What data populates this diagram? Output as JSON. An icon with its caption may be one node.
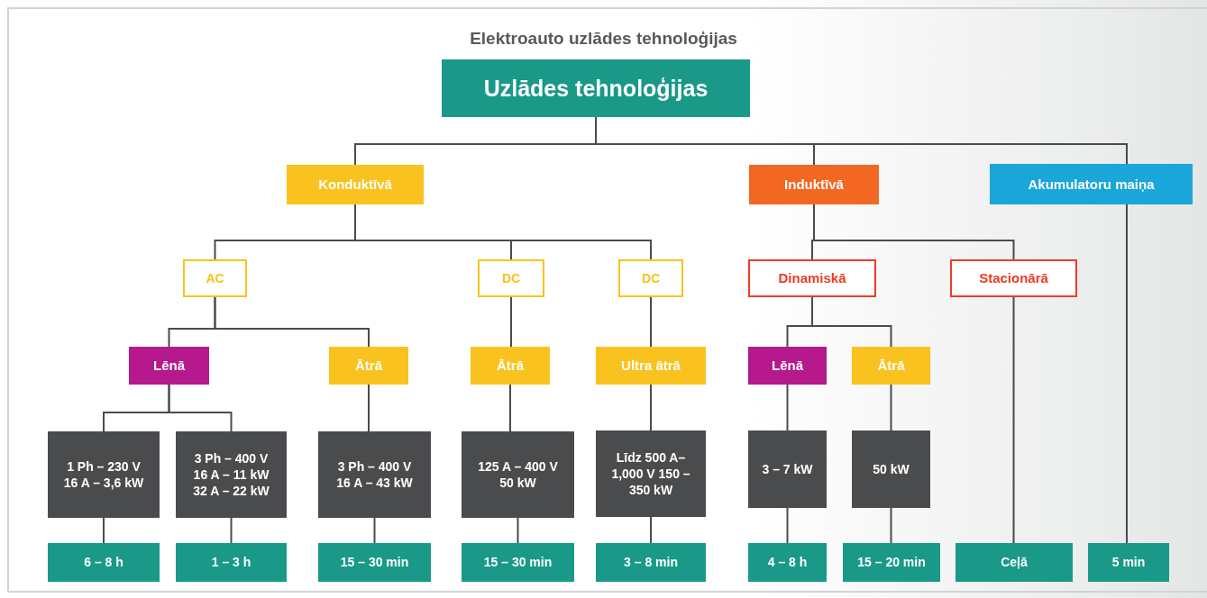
{
  "diagram": {
    "title": "Elektroauto uzlādes tehnoloģijas",
    "nodes": [
      {
        "text": [
          "Uzlādes tehnoloģijas"
        ]
      },
      {
        "text": [
          "Konduktīvā"
        ]
      },
      {
        "text": [
          "Induktīvā"
        ]
      },
      {
        "text": [
          "Akumulatoru maiņa"
        ]
      },
      {
        "text": [
          "AC"
        ]
      },
      {
        "text": [
          "DC"
        ]
      },
      {
        "text": [
          "DC"
        ]
      },
      {
        "text": [
          "Dinamiskā"
        ]
      },
      {
        "text": [
          "Stacionārā"
        ]
      },
      {
        "text": [
          "Lēnā"
        ]
      },
      {
        "text": [
          "Ātrā"
        ]
      },
      {
        "text": [
          "Ātrā"
        ]
      },
      {
        "text": [
          "Ultra ātrā"
        ]
      },
      {
        "text": [
          "Lēnā"
        ]
      },
      {
        "text": [
          "Ātrā"
        ]
      },
      {
        "text": [
          "1 Ph – 230 V 16 A – 3,6 kW"
        ]
      },
      {
        "text": [
          "3 Ph – 400 V 16 A – 11 kW 32 A – 22 kW"
        ]
      },
      {
        "text": [
          "3 Ph – 400 V 16 A – 43 kW"
        ]
      },
      {
        "text": [
          "125 A – 400 V 50 kW"
        ]
      },
      {
        "text": [
          "Līdz 500 A– 1,000 V 150 – 350 kW"
        ]
      },
      {
        "text": [
          "3 – 7 kW"
        ]
      },
      {
        "text": [
          "50 kW"
        ]
      },
      {
        "text": [
          "6 – 8 h"
        ]
      },
      {
        "text": [
          "1 – 3 h"
        ]
      },
      {
        "text": [
          "15 – 30 min"
        ]
      },
      {
        "text": [
          "15 – 30 min"
        ]
      },
      {
        "text": [
          "3 – 8 min"
        ]
      },
      {
        "text": [
          "4 – 8 h"
        ]
      },
      {
        "text": [
          "15 – 20 min"
        ]
      },
      {
        "text": [
          "Ceļā"
        ]
      },
      {
        "text": [
          "5 min"
        ]
      }
    ],
    "edges": [
      {
        "from": 0,
        "to": 1,
        "arrow": "none"
      },
      {
        "from": 0,
        "to": 2,
        "arrow": "none"
      },
      {
        "from": 0,
        "to": 3,
        "arrow": "none"
      },
      {
        "from": 1,
        "to": 4,
        "arrow": "none"
      },
      {
        "from": 1,
        "to": 5,
        "arrow": "none"
      },
      {
        "from": 1,
        "to": 6,
        "arrow": "none"
      },
      {
        "from": 2,
        "to": 7,
        "arrow": "none"
      },
      {
        "from": 2,
        "to": 8,
        "arrow": "none"
      },
      {
        "from": 4,
        "to": 9,
        "arrow": "none"
      },
      {
        "from": 4,
        "to": 10,
        "arrow": "none"
      },
      {
        "from": 5,
        "to": 11,
        "arrow": "none"
      },
      {
        "from": 6,
        "to": 12,
        "arrow": "none"
      },
      {
        "from": 7,
        "to": 13,
        "arrow": "none"
      },
      {
        "from": 7,
        "to": 14,
        "arrow": "none"
      },
      {
        "from": 9,
        "to": 15,
        "arrow": "none"
      },
      {
        "from": 9,
        "to": 16,
        "arrow": "none"
      },
      {
        "from": 10,
        "to": 17,
        "arrow": "none"
      },
      {
        "from": 11,
        "to": 18,
        "arrow": "none"
      },
      {
        "from": 12,
        "to": 19,
        "arrow": "none"
      },
      {
        "from": 13,
        "to": 20,
        "arrow": "none"
      },
      {
        "from": 14,
        "to": 21,
        "arrow": "none"
      },
      {
        "from": 15,
        "to": 22,
        "arrow": "none"
      },
      {
        "from": 16,
        "to": 23,
        "arrow": "none"
      },
      {
        "from": 17,
        "to": 24,
        "arrow": "none"
      },
      {
        "from": 18,
        "to": 25,
        "arrow": "none"
      },
      {
        "from": 19,
        "to": 26,
        "arrow": "none"
      },
      {
        "from": 20,
        "to": 27,
        "arrow": "none"
      },
      {
        "from": 21,
        "to": 28,
        "arrow": "none"
      },
      {
        "from": 8,
        "to": 29,
        "arrow": "none"
      },
      {
        "from": 3,
        "to": 30,
        "arrow": "none"
      }
    ]
  }
}
